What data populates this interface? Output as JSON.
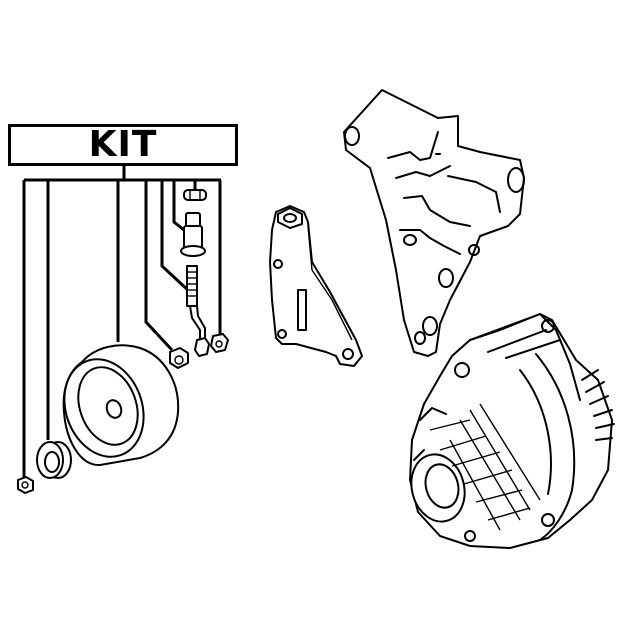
{
  "diagram": {
    "kit_label": "KIT",
    "line_color": "#000000",
    "background": "#ffffff",
    "parts": [
      {
        "id": "nut-small",
        "name": "Nut"
      },
      {
        "id": "washer-spacer",
        "name": "Washer / Spacer"
      },
      {
        "id": "idler-pulley",
        "name": "Idler Pulley"
      },
      {
        "id": "hex-nut",
        "name": "Hex Nut"
      },
      {
        "id": "adjusting-bolt",
        "name": "Adjusting Bolt"
      },
      {
        "id": "sleeve-collar",
        "name": "Sleeve Collar"
      },
      {
        "id": "cap-nut",
        "name": "Cap Nut"
      },
      {
        "id": "small-nut-right",
        "name": "Nut"
      }
    ],
    "components": [
      {
        "id": "mounting-plate",
        "name": "Mounting Plate"
      },
      {
        "id": "alternator-bracket",
        "name": "Alternator Bracket"
      },
      {
        "id": "alternator",
        "name": "Alternator"
      }
    ]
  }
}
